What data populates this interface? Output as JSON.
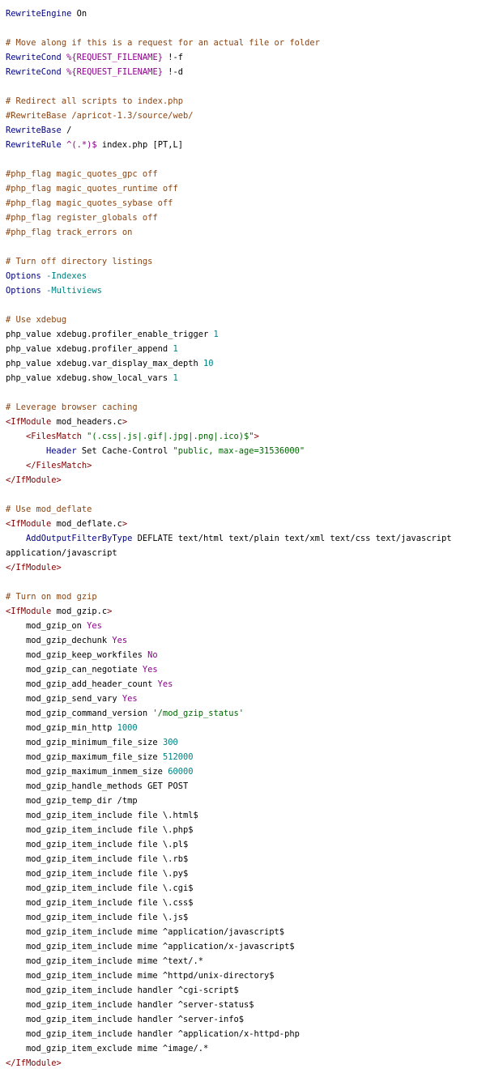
{
  "theme": {
    "plain": "#000000",
    "directive": "#000080",
    "comment": "#8b4513",
    "string": "#006400",
    "keyword": "#8b008b",
    "number": "#008080",
    "tag": "#800000",
    "tagname": "#000000"
  },
  "lines": [
    [
      [
        "directive",
        "RewriteEngine"
      ],
      [
        "plain",
        " "
      ],
      [
        "plain",
        "On"
      ]
    ],
    [],
    [
      [
        "comment",
        "# Move along if this is a request for an actual file or folder"
      ]
    ],
    [
      [
        "directive",
        "RewriteCond"
      ],
      [
        "plain",
        " "
      ],
      [
        "keyword",
        "%{REQUEST_FILENAME}"
      ],
      [
        "plain",
        " !-f"
      ]
    ],
    [
      [
        "directive",
        "RewriteCond"
      ],
      [
        "plain",
        " "
      ],
      [
        "keyword",
        "%{REQUEST_FILENAME}"
      ],
      [
        "plain",
        " !-d"
      ]
    ],
    [],
    [
      [
        "comment",
        "# Redirect all scripts to index.php"
      ]
    ],
    [
      [
        "comment",
        "#RewriteBase /apricot-1.3/source/web/"
      ]
    ],
    [
      [
        "directive",
        "RewriteBase"
      ],
      [
        "plain",
        " /"
      ]
    ],
    [
      [
        "directive",
        "RewriteRule"
      ],
      [
        "plain",
        " "
      ],
      [
        "keyword",
        "^(.*)$"
      ],
      [
        "plain",
        " index.php [PT,L]"
      ]
    ],
    [],
    [
      [
        "comment",
        "#php_flag magic_quotes_gpc off"
      ]
    ],
    [
      [
        "comment",
        "#php_flag magic_quotes_runtime off"
      ]
    ],
    [
      [
        "comment",
        "#php_flag magic_quotes_sybase off"
      ]
    ],
    [
      [
        "comment",
        "#php_flag register_globals off"
      ]
    ],
    [
      [
        "comment",
        "#php_flag track_errors on"
      ]
    ],
    [],
    [
      [
        "comment",
        "# Turn off directory listings"
      ]
    ],
    [
      [
        "directive",
        "Options"
      ],
      [
        "plain",
        " "
      ],
      [
        "number",
        "-Indexes"
      ]
    ],
    [
      [
        "directive",
        "Options"
      ],
      [
        "plain",
        " "
      ],
      [
        "number",
        "-Multiviews"
      ]
    ],
    [],
    [
      [
        "comment",
        "# Use xdebug"
      ]
    ],
    [
      [
        "plain",
        "php_value xdebug.profiler_enable_trigger "
      ],
      [
        "number",
        "1"
      ]
    ],
    [
      [
        "plain",
        "php_value xdebug.profiler_append "
      ],
      [
        "number",
        "1"
      ]
    ],
    [
      [
        "plain",
        "php_value xdebug.var_display_max_depth "
      ],
      [
        "number",
        "10"
      ]
    ],
    [
      [
        "plain",
        "php_value xdebug.show_local_vars "
      ],
      [
        "number",
        "1"
      ]
    ],
    [],
    [
      [
        "comment",
        "# Leverage browser caching"
      ]
    ],
    [
      [
        "tag",
        "<IfModule"
      ],
      [
        "tagname",
        " mod_headers.c"
      ],
      [
        "tag",
        ">"
      ]
    ],
    [
      [
        "plain",
        "    "
      ],
      [
        "tag",
        "<FilesMatch"
      ],
      [
        "plain",
        " "
      ],
      [
        "string",
        "\"(.css|.js|.gif|.jpg|.png|.ico)$\""
      ],
      [
        "tag",
        ">"
      ]
    ],
    [
      [
        "plain",
        "        "
      ],
      [
        "directive",
        "Header"
      ],
      [
        "plain",
        " Set Cache-Control "
      ],
      [
        "string",
        "\"public, max-age=31536000\""
      ]
    ],
    [
      [
        "plain",
        "    "
      ],
      [
        "tag",
        "</FilesMatch>"
      ]
    ],
    [
      [
        "tag",
        "</IfModule>"
      ]
    ],
    [],
    [
      [
        "comment",
        "# Use mod_deflate"
      ]
    ],
    [
      [
        "tag",
        "<IfModule"
      ],
      [
        "tagname",
        " mod_deflate.c"
      ],
      [
        "tag",
        ">"
      ]
    ],
    {
      "wrap": true,
      "tokens": [
        [
          "plain",
          "    "
        ],
        [
          "directive",
          "AddOutputFilterByType"
        ],
        [
          "plain",
          " DEFLATE text/html text/plain text/xml text/css text/javascript application/javascript"
        ]
      ]
    },
    [
      [
        "tag",
        "</IfModule>"
      ]
    ],
    [],
    [
      [
        "comment",
        "# Turn on mod gzip"
      ]
    ],
    [
      [
        "tag",
        "<IfModule"
      ],
      [
        "tagname",
        " mod_gzip.c"
      ],
      [
        "tag",
        ">"
      ]
    ],
    [
      [
        "plain",
        "    mod_gzip_on "
      ],
      [
        "keyword",
        "Yes"
      ]
    ],
    [
      [
        "plain",
        "    mod_gzip_dechunk "
      ],
      [
        "keyword",
        "Yes"
      ]
    ],
    [
      [
        "plain",
        "    mod_gzip_keep_workfiles "
      ],
      [
        "keyword",
        "No"
      ]
    ],
    [
      [
        "plain",
        "    mod_gzip_can_negotiate "
      ],
      [
        "keyword",
        "Yes"
      ]
    ],
    [
      [
        "plain",
        "    mod_gzip_add_header_count "
      ],
      [
        "keyword",
        "Yes"
      ]
    ],
    [
      [
        "plain",
        "    mod_gzip_send_vary "
      ],
      [
        "keyword",
        "Yes"
      ]
    ],
    [
      [
        "plain",
        "    mod_gzip_command_version "
      ],
      [
        "string",
        "'/mod_gzip_status'"
      ]
    ],
    [
      [
        "plain",
        "    mod_gzip_min_http "
      ],
      [
        "number",
        "1000"
      ]
    ],
    [
      [
        "plain",
        "    mod_gzip_minimum_file_size "
      ],
      [
        "number",
        "300"
      ]
    ],
    [
      [
        "plain",
        "    mod_gzip_maximum_file_size "
      ],
      [
        "number",
        "512000"
      ]
    ],
    [
      [
        "plain",
        "    mod_gzip_maximum_inmem_size "
      ],
      [
        "number",
        "60000"
      ]
    ],
    [
      [
        "plain",
        "    mod_gzip_handle_methods GET POST"
      ]
    ],
    [
      [
        "plain",
        "    mod_gzip_temp_dir /tmp"
      ]
    ],
    [
      [
        "plain",
        "    mod_gzip_item_include file \\.html$"
      ]
    ],
    [
      [
        "plain",
        "    mod_gzip_item_include file \\.php$"
      ]
    ],
    [
      [
        "plain",
        "    mod_gzip_item_include file \\.pl$"
      ]
    ],
    [
      [
        "plain",
        "    mod_gzip_item_include file \\.rb$"
      ]
    ],
    [
      [
        "plain",
        "    mod_gzip_item_include file \\.py$"
      ]
    ],
    [
      [
        "plain",
        "    mod_gzip_item_include file \\.cgi$"
      ]
    ],
    [
      [
        "plain",
        "    mod_gzip_item_include file \\.css$"
      ]
    ],
    [
      [
        "plain",
        "    mod_gzip_item_include file \\.js$"
      ]
    ],
    [
      [
        "plain",
        "    mod_gzip_item_include mime ^application/javascript$"
      ]
    ],
    [
      [
        "plain",
        "    mod_gzip_item_include mime ^application/x-javascript$"
      ]
    ],
    [
      [
        "plain",
        "    mod_gzip_item_include mime ^text/.*"
      ]
    ],
    [
      [
        "plain",
        "    mod_gzip_item_include mime ^httpd/unix-directory$"
      ]
    ],
    [
      [
        "plain",
        "    mod_gzip_item_include handler ^cgi-script$"
      ]
    ],
    [
      [
        "plain",
        "    mod_gzip_item_include handler ^server-status$"
      ]
    ],
    [
      [
        "plain",
        "    mod_gzip_item_include handler ^server-info$"
      ]
    ],
    [
      [
        "plain",
        "    mod_gzip_item_include handler ^application/x-httpd-php"
      ]
    ],
    [
      [
        "plain",
        "    mod_gzip_item_exclude mime ^image/.*"
      ]
    ],
    [
      [
        "tag",
        "</IfModule>"
      ]
    ]
  ]
}
